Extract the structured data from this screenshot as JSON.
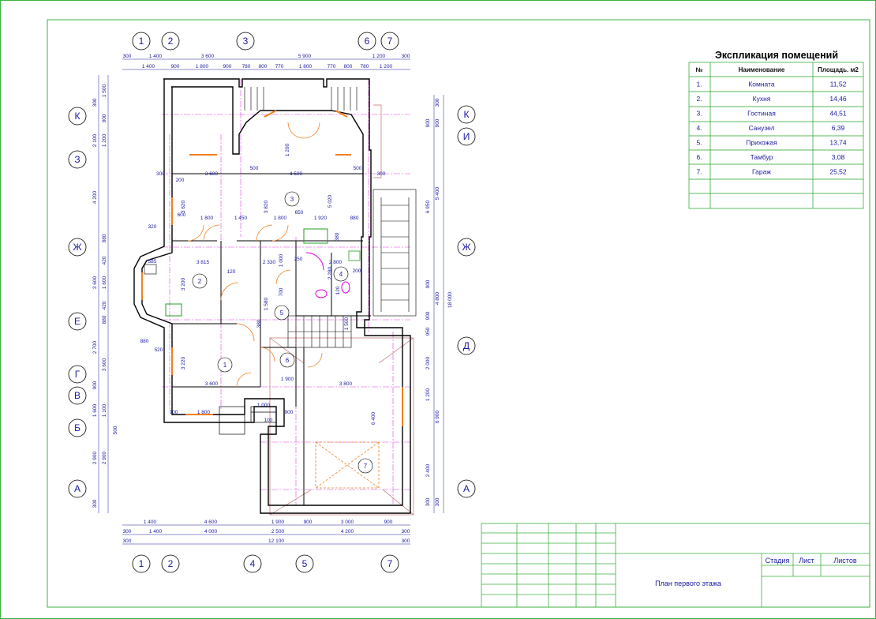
{
  "axes": {
    "top": [
      "1",
      "2",
      "3",
      "6",
      "7"
    ],
    "bottom": [
      "1",
      "2",
      "4",
      "5",
      "7"
    ],
    "left": [
      "К",
      "З",
      "Ж",
      "Е",
      "Г",
      "В",
      "Б",
      "А"
    ],
    "right": [
      "К",
      "И",
      "Ж",
      "Д",
      "А"
    ]
  },
  "dims": {
    "top_row1": [
      "300",
      "1 400",
      "3 600",
      "5 900",
      "1 200",
      "300"
    ],
    "top_row2": [
      "1 400",
      "900",
      "1 800",
      "900",
      "780",
      "800",
      "770",
      "1 800",
      "770",
      "800",
      "780",
      "1 200"
    ],
    "bottom_row1": [
      "1 400",
      "4 600",
      "1 900",
      "900",
      "3 000",
      "900"
    ],
    "bottom_row2": [
      "300",
      "1 400",
      "4 000",
      "2 500",
      "4 200",
      "300"
    ],
    "bottom_row3": [
      "300",
      "12 100",
      "300"
    ],
    "left_col1": [
      "300",
      "2 100",
      "4 200",
      "3 600",
      "2 700",
      "900",
      "1 600",
      "2 900",
      "300"
    ],
    "left_col2": [
      "1 500",
      "900",
      "1 200",
      "880",
      "420",
      "1 600",
      "420",
      "880",
      "3 600",
      "1 100",
      "500",
      "2 900"
    ],
    "right_col1": [
      "300",
      "900",
      "6 950",
      "18 000",
      "300"
    ],
    "right_col2": [
      "900",
      "5 400",
      "900",
      "4 800",
      "900",
      "950",
      "2 000",
      "1 200",
      "6 900",
      "2 400",
      "300"
    ],
    "interior": [
      "300",
      "3 600",
      "4 500",
      "500",
      "300",
      "200",
      "500",
      "3 620",
      "5 020",
      "3 820",
      "1 800",
      "1 450",
      "1 800",
      "1 920",
      "600",
      "650",
      "880",
      "3 815",
      "2 330",
      "2 800",
      "250",
      "120",
      "1 000",
      "200",
      "380",
      "3 200",
      "2 280",
      "120",
      "1 580",
      "700",
      "1 500",
      "380",
      "1 200",
      "3 220",
      "3 600",
      "1 900",
      "3 800",
      "6 400",
      "900",
      "1 800",
      "1 000",
      "900",
      "100",
      "520",
      "880",
      "320",
      "585"
    ]
  },
  "rooms": [
    "1",
    "2",
    "3",
    "4",
    "5",
    "6",
    "7"
  ],
  "table": {
    "title": "Экспликация помещений",
    "headers": [
      "№",
      "Наименование",
      "Площадь. м2"
    ],
    "rows": [
      [
        "1.",
        "Комната",
        "11,52"
      ],
      [
        "2.",
        "Кухня",
        "14,46"
      ],
      [
        "3.",
        "Гостиная",
        "44,51"
      ],
      [
        "4.",
        "Санузел",
        "6,39"
      ],
      [
        "5.",
        "Прихожая",
        "13,74"
      ],
      [
        "6.",
        "Тамбур",
        "3,08"
      ],
      [
        "7.",
        "Гараж",
        "25,52"
      ],
      [
        "",
        "",
        ""
      ],
      [
        "",
        "",
        ""
      ]
    ]
  },
  "stamp": {
    "sheet_title": "План первого этажа",
    "stage_label": "Стадия",
    "sheet_label": "Лист",
    "sheets_label": "Листов"
  },
  "colors": {
    "frame": "#3cb043",
    "wall": "#000000",
    "dimension": "#1a1aa0",
    "window": "#f08020",
    "door": "#f08020",
    "axis_line": "#e040e0",
    "roof": "#c07070"
  }
}
